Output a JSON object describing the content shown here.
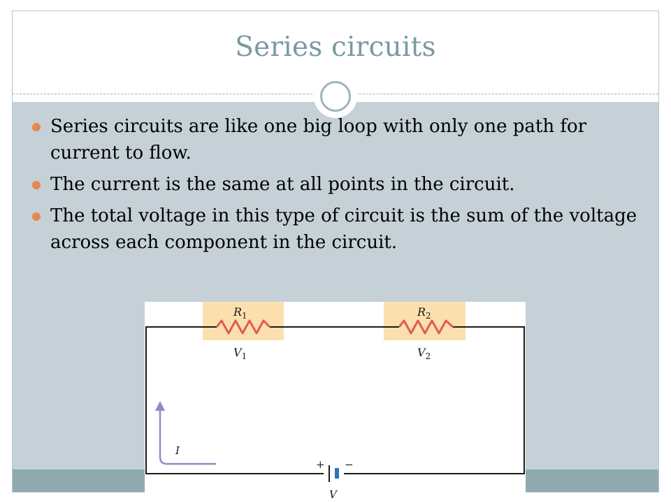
{
  "slide": {
    "title": "Series circuits",
    "bullets": [
      "Series circuits are like one big loop with only one path for current to flow.",
      "The current is the same at all points in the circuit.",
      "The total voltage in this type of circuit is the sum of the voltage across each component in the circuit."
    ]
  },
  "circuit": {
    "resistor_1_label": "R",
    "resistor_1_sub": "1",
    "voltage_1_label": "V",
    "voltage_1_sub": "1",
    "resistor_2_label": "R",
    "resistor_2_sub": "2",
    "voltage_2_label": "V",
    "voltage_2_sub": "2",
    "current_label": "I",
    "battery_plus": "+",
    "battery_minus": "−",
    "battery_label": "V"
  },
  "colors": {
    "title": "#7a9aa0",
    "content_band": "#c5d0d7",
    "footer_band": "#8faaaf",
    "bullet_dot": "#e8874f",
    "resistor_highlight": "#fbe0ad",
    "resistor_zigzag": "#e05a55",
    "current_arrow": "#9a86c6",
    "battery_cell": "#2a74b8"
  }
}
